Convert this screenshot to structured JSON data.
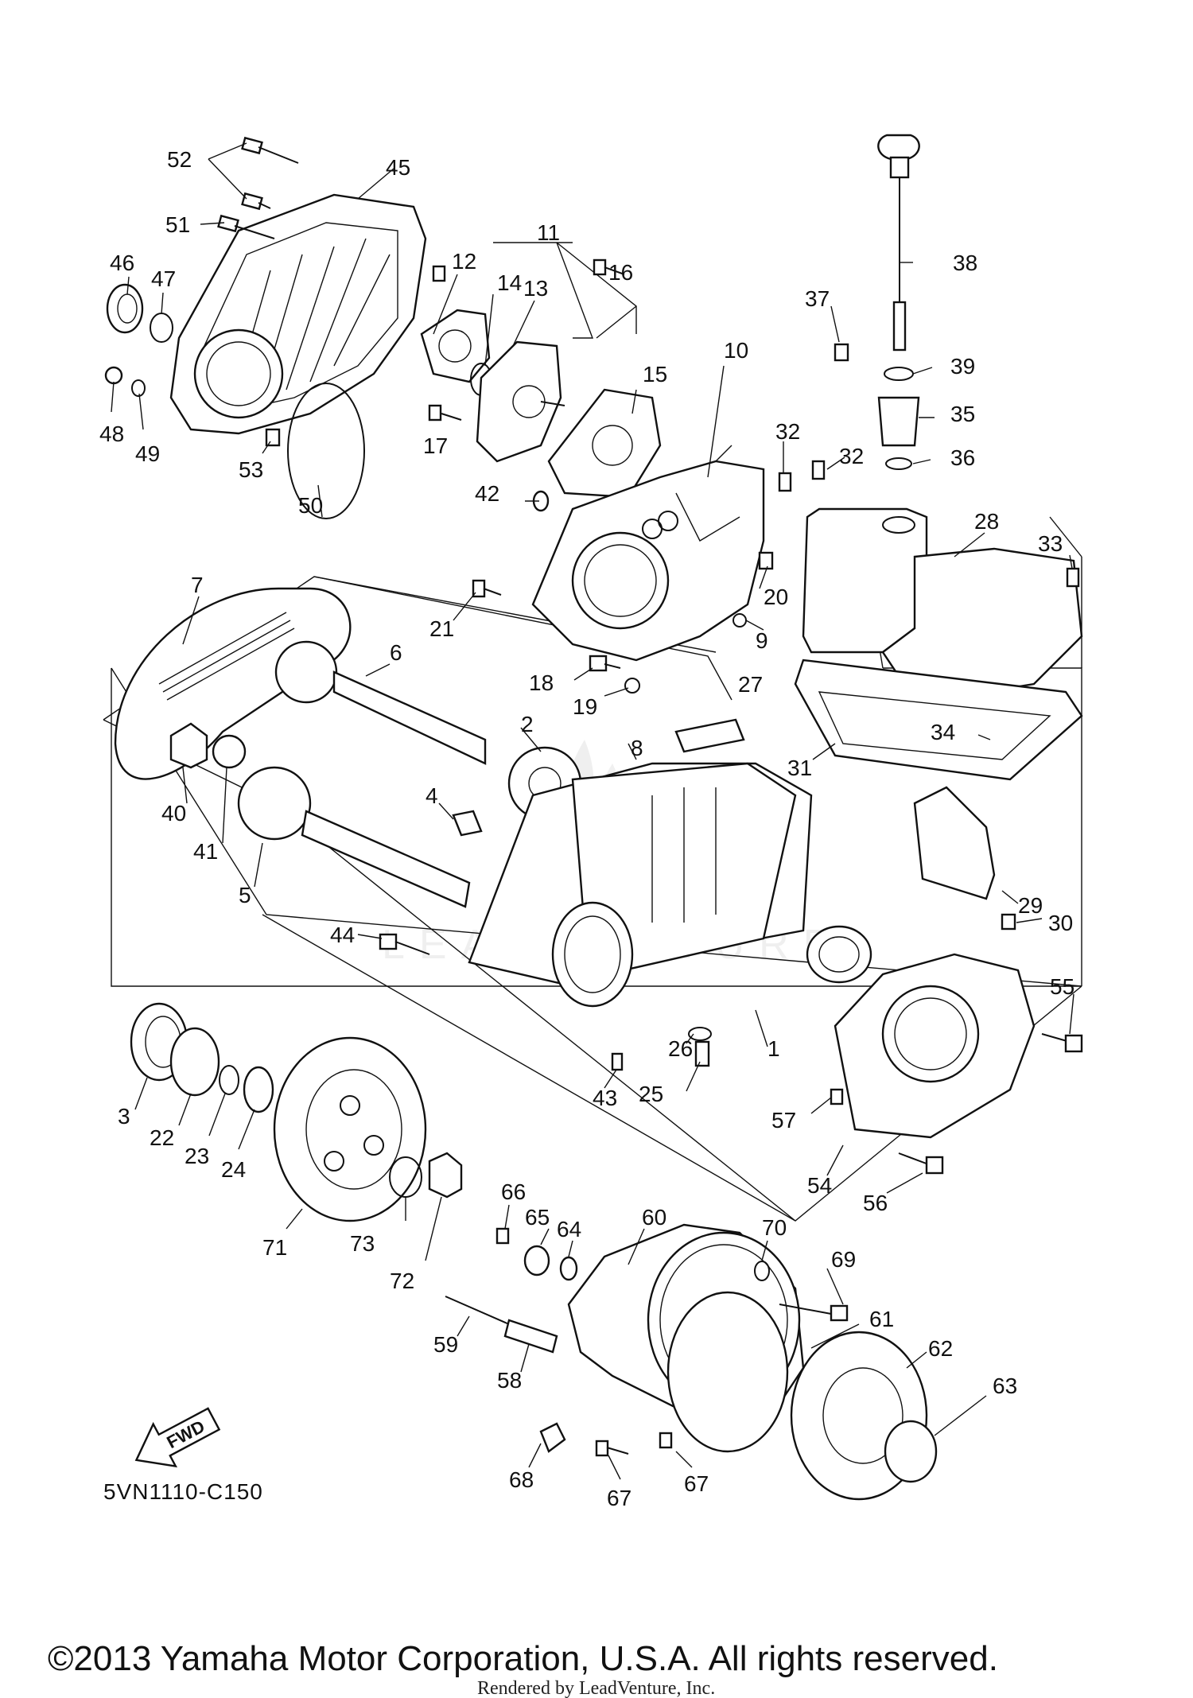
{
  "diagram_code": "5VN1110-C150",
  "fwd_label": "FWD",
  "watermark": "LEADVENTURE",
  "copyright": "©2013 Yamaha Motor Corporation, U.S.A. All rights reserved.",
  "rendered_by": "Rendered by LeadVenture, Inc.",
  "callouts": [
    "1",
    "2",
    "3",
    "4",
    "5",
    "6",
    "7",
    "8",
    "9",
    "10",
    "11",
    "12",
    "13",
    "14",
    "15",
    "16",
    "17",
    "18",
    "19",
    "20",
    "21",
    "22",
    "23",
    "24",
    "25",
    "26",
    "27",
    "28",
    "29",
    "30",
    "31",
    "32",
    "33",
    "34",
    "35",
    "36",
    "37",
    "38",
    "39",
    "40",
    "41",
    "42",
    "43",
    "44",
    "45",
    "46",
    "47",
    "48",
    "49",
    "50",
    "51",
    "52",
    "53",
    "54",
    "55",
    "56",
    "57",
    "58",
    "59",
    "60",
    "61",
    "62",
    "63",
    "64",
    "65",
    "66",
    "67",
    "68",
    "69",
    "70",
    "71",
    "72",
    "73"
  ]
}
